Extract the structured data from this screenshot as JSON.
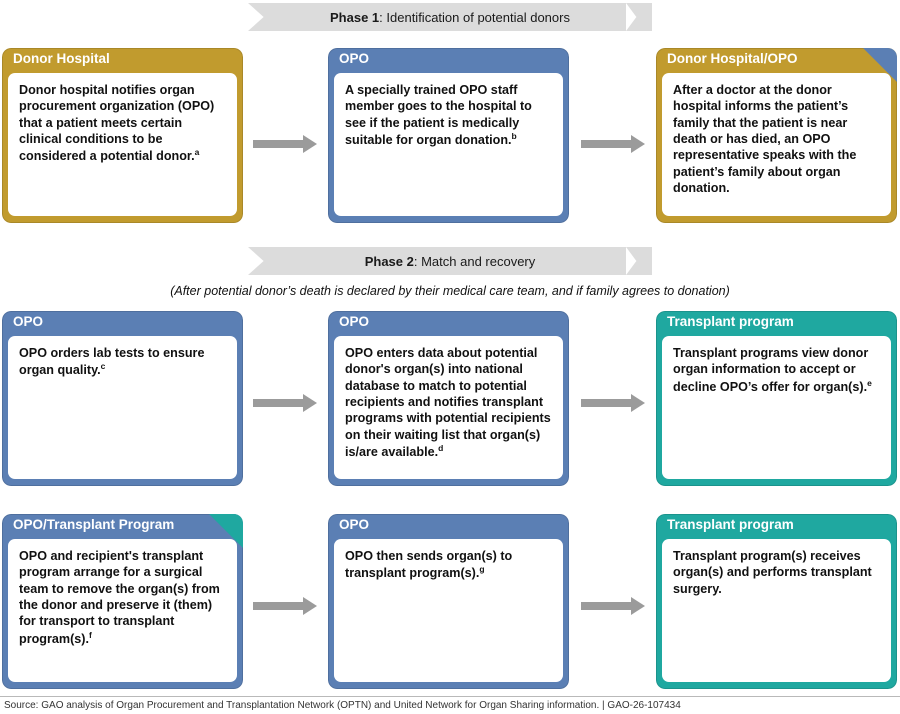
{
  "colors": {
    "gold": "#c19b2e",
    "blue": "#5b7fb4",
    "teal": "#1fa8a0",
    "banner_gray": "#dcdcdc",
    "arrow_gray": "#9b9b9b",
    "box_white": "#ffffff"
  },
  "phases": [
    {
      "label_bold": "Phase 1",
      "label_rest": ": Identification of potential donors",
      "note": ""
    },
    {
      "label_bold": "Phase 2",
      "label_rest": ": Match and recovery",
      "note": "(After potential donor’s death is declared by their medical care team, and if family agrees to donation)"
    }
  ],
  "boxes": [
    {
      "id": "donor-hospital-notify",
      "header": "Donor Hospital",
      "body": "Donor hospital notifies organ procurement organization (OPO) that a patient meets certain clinical conditions to be considered a potential donor.",
      "footnote": "a",
      "color": "gold",
      "corner_color": null
    },
    {
      "id": "opo-staff-suitability",
      "header": "OPO",
      "body": "A specially trained OPO staff member goes to the hospital to see if the patient is medically suitable for organ donation.",
      "footnote": "b",
      "color": "blue",
      "corner_color": null
    },
    {
      "id": "donor-hospital-opo-family",
      "header": "Donor Hospital/OPO",
      "body": "After a doctor at the donor hospital informs the patient’s family that the patient is near death or has died, an OPO representative speaks with the patient’s family about organ donation.",
      "footnote": "",
      "color": "gold",
      "corner_color": "blue"
    },
    {
      "id": "opo-lab-tests",
      "header": "OPO",
      "body": "OPO orders lab tests to ensure organ quality.",
      "footnote": "c",
      "color": "blue",
      "corner_color": null
    },
    {
      "id": "opo-national-database",
      "header": "OPO",
      "body": "OPO enters data about potential donor's organ(s) into national database to match to potential recipients and notifies transplant programs with potential recipients on their waiting list that organ(s) is/are available.",
      "footnote": "d",
      "color": "blue",
      "corner_color": null
    },
    {
      "id": "transplant-program-view-offer",
      "header": "Transplant program",
      "body": "Transplant programs view donor organ information to accept or decline OPO’s offer for organ(s).",
      "footnote": "e",
      "color": "teal",
      "corner_color": null
    },
    {
      "id": "opo-transplant-surgical-team",
      "header": "OPO/Transplant Program",
      "body": "OPO and recipient's transplant program arrange for a surgical team to remove the organ(s) from the donor and preserve it (them) for transport to transplant program(s).",
      "footnote": "f",
      "color": "blue",
      "corner_color": "teal"
    },
    {
      "id": "opo-sends-organs",
      "header": "OPO",
      "body": "OPO then sends organ(s) to transplant program(s).",
      "footnote": "g",
      "color": "blue",
      "corner_color": null
    },
    {
      "id": "transplant-program-surgery",
      "header": "Transplant program",
      "body": "Transplant program(s) receives organ(s) and performs transplant surgery.",
      "footnote": "",
      "color": "teal",
      "corner_color": null
    }
  ],
  "source": {
    "text": "Source: GAO analysis of Organ Procurement and Transplantation Network (OPTN) and United Network for Organ Sharing information.  |  GAO-26-107434"
  }
}
